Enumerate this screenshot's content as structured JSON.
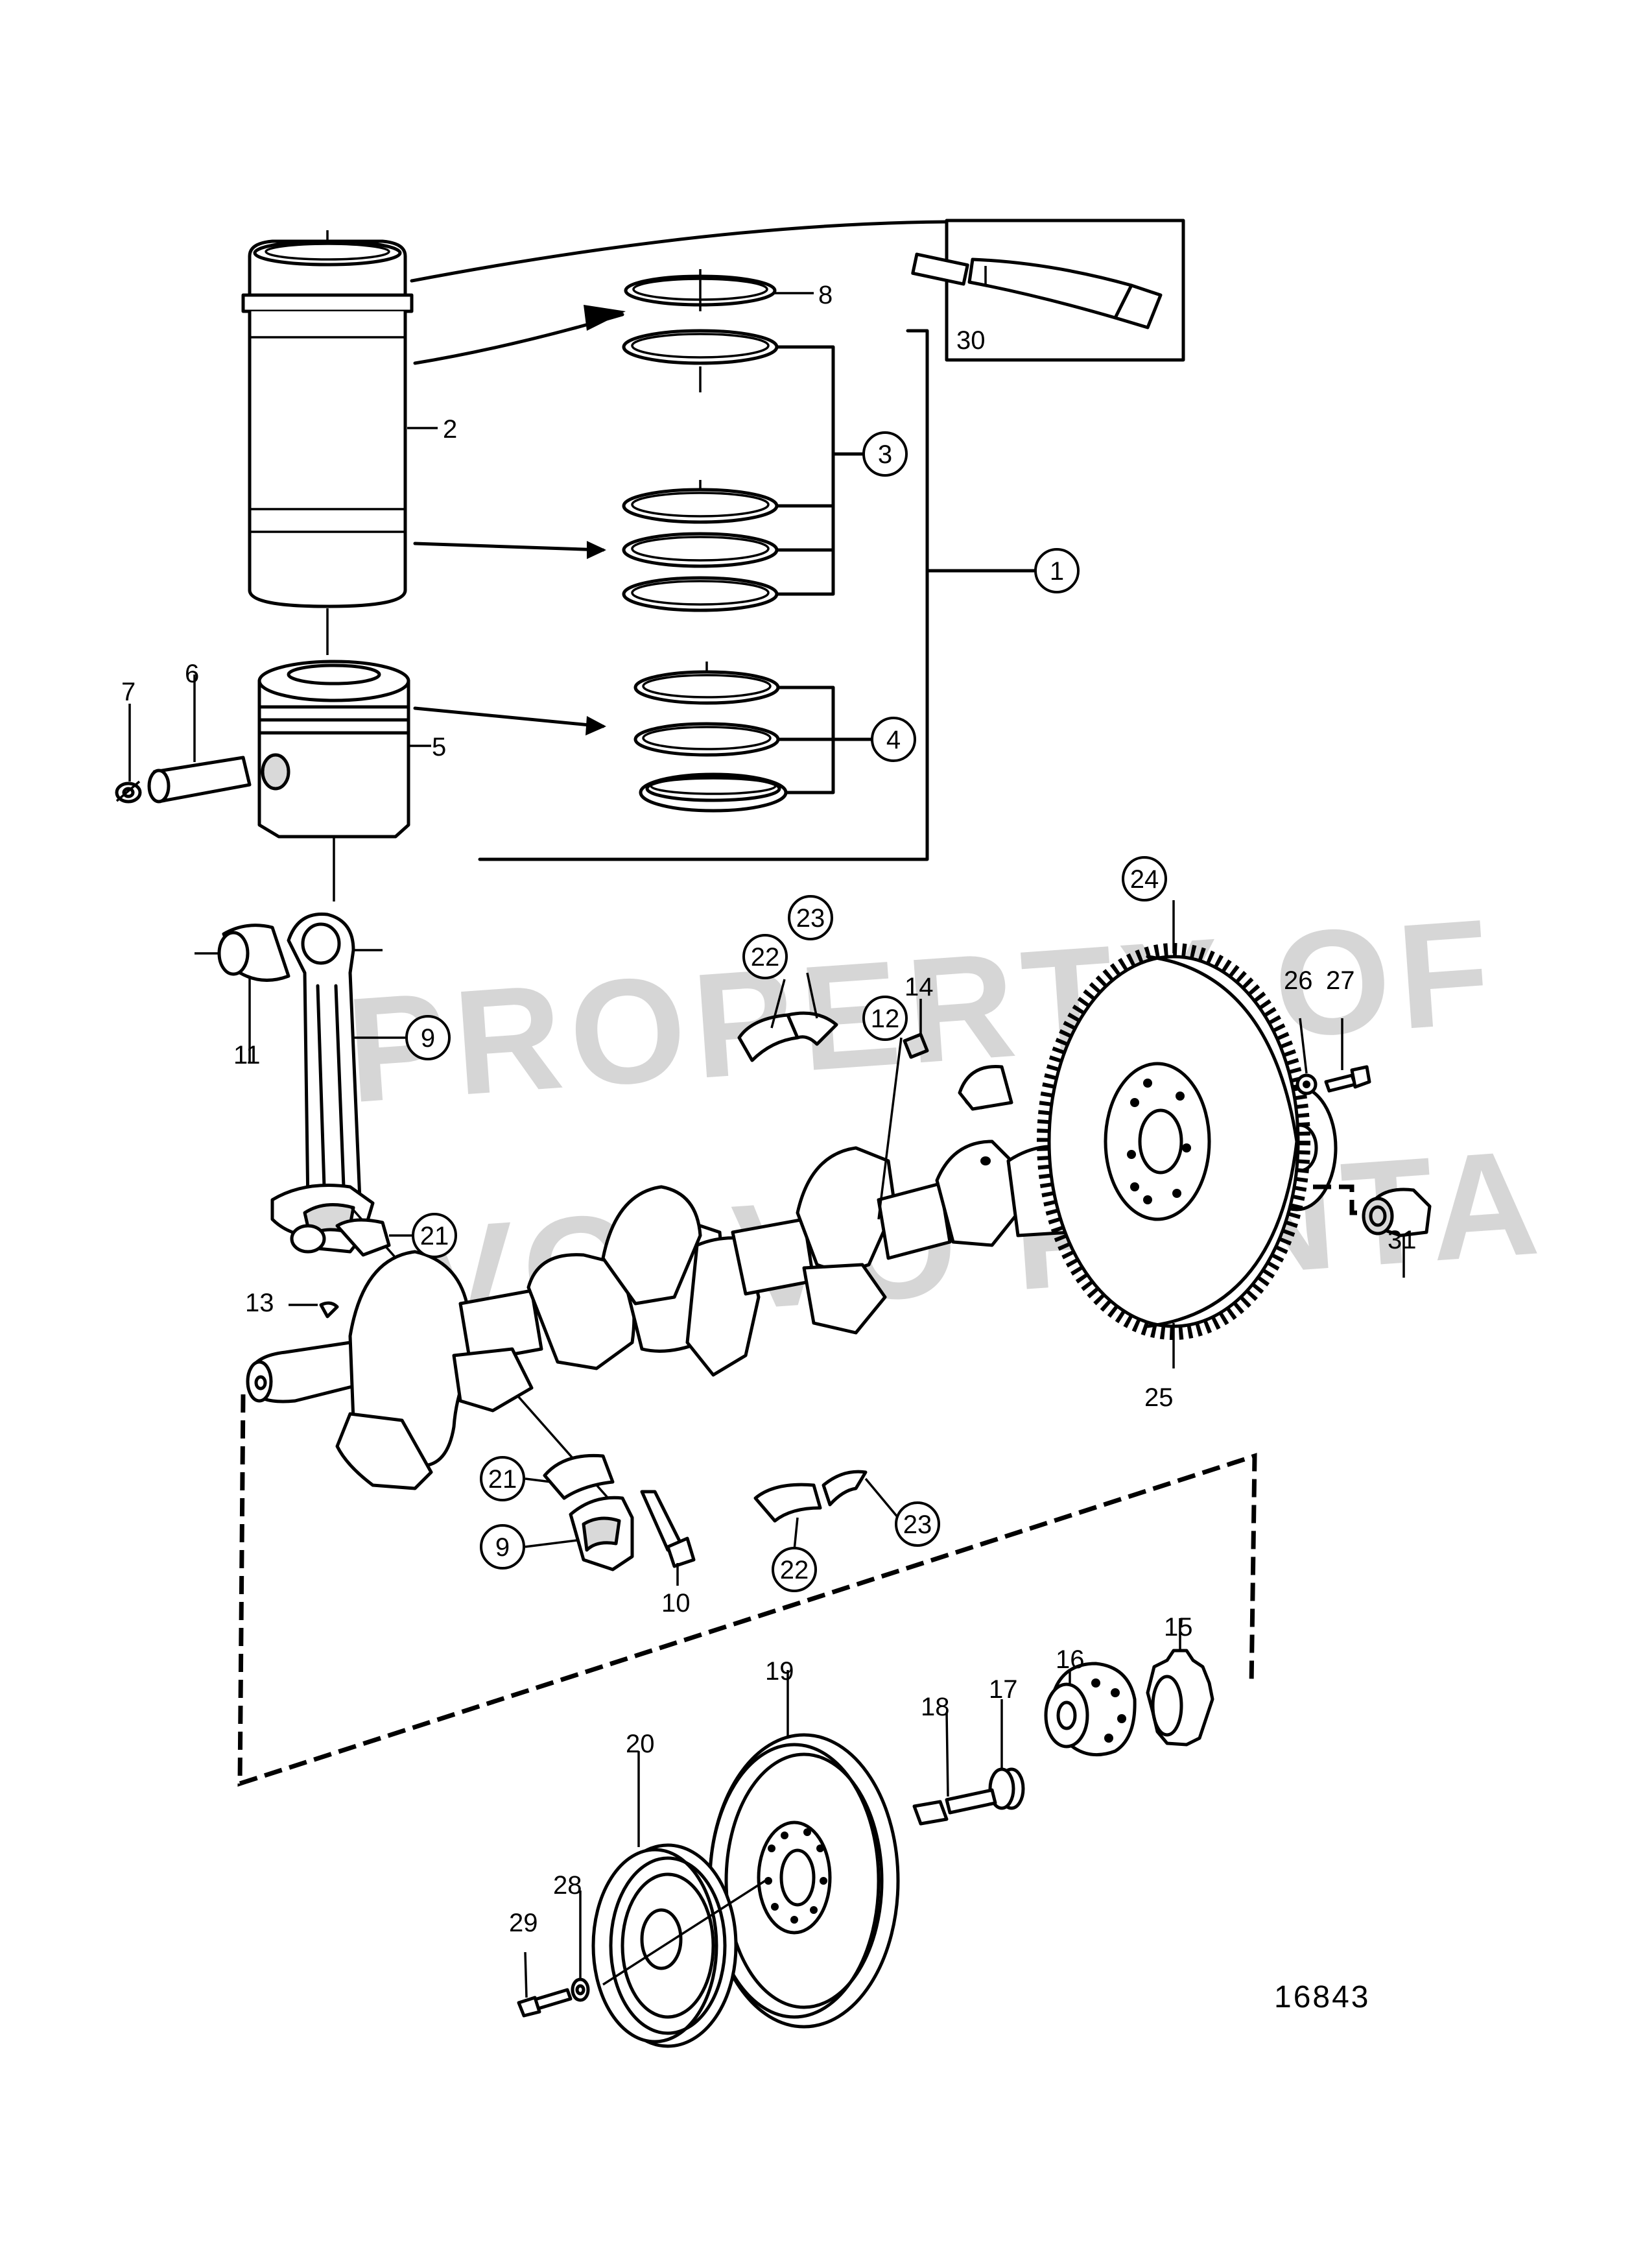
{
  "watermark": {
    "line1": "PROPERTY OF",
    "line2": "VOLVO PENTA"
  },
  "drawing_number": "16843",
  "callouts": {
    "c1": "1",
    "c2": "2",
    "c3": "3",
    "c4": "4",
    "c5": "5",
    "c6": "6",
    "c7": "7",
    "c8": "8",
    "c9a": "9",
    "c9b": "9",
    "c10": "10",
    "c11": "11",
    "c12": "12",
    "c13": "13",
    "c14": "14",
    "c15": "15",
    "c16": "16",
    "c17": "17",
    "c18": "18",
    "c19": "19",
    "c20": "20",
    "c21a": "21",
    "c21b": "21",
    "c22a": "22",
    "c22b": "22",
    "c23a": "23",
    "c23b": "23",
    "c24": "24",
    "c25": "25",
    "c26": "26",
    "c27": "27",
    "c28": "28",
    "c29": "29",
    "c30": "30",
    "c31": "31"
  }
}
